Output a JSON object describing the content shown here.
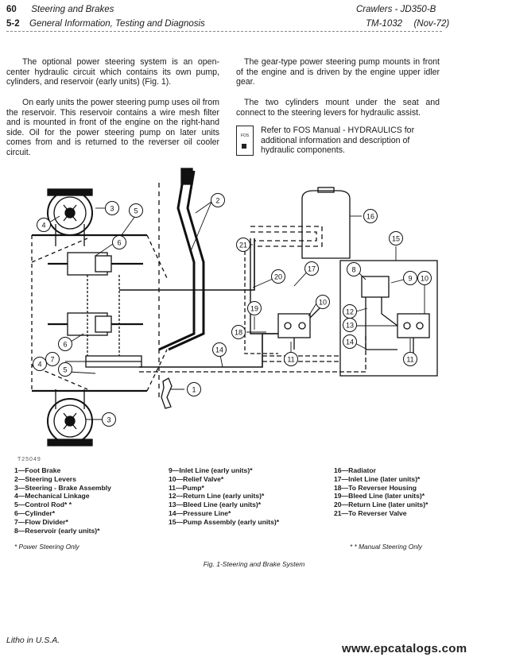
{
  "header": {
    "page_number": "60",
    "section": "Steering and Brakes",
    "product": "Crawlers - JD350-B",
    "section_number": "5-2",
    "section_title": "General Information, Testing and Diagnosis",
    "manual_code": "TM-1032",
    "date": "(Nov-72)"
  },
  "body": {
    "para_1": "The optional power steering system is an open-center hydraulic circuit which contains its own pump, cylinders, and reservoir (early units) (Fig. 1).",
    "para_2": "On early units the power steering pump uses oil from the reservoir. This reservoir contains a wire mesh filter and is mounted in front of the engine on the right-hand side. Oil for the power steering pump on later units comes from and is returned to the reverser oil cooler circuit.",
    "para_3": "The gear-type power steering pump mounts in front of the engine and is driven by the engine upper idler gear.",
    "para_4": "The two cylinders mount under the seat and connect to the steering levers for hydraulic assist.",
    "fos_label": "FOS",
    "fos_note": "Refer to FOS Manual - HYDRAULICS for additional information and description of hydraulic components."
  },
  "figure": {
    "figure_id": "T25049",
    "callouts": [
      "1",
      "2",
      "3",
      "3",
      "4",
      "4",
      "5",
      "5",
      "6",
      "6",
      "7",
      "8",
      "9",
      "10",
      "10",
      "11",
      "11",
      "12",
      "13",
      "14",
      "14",
      "15",
      "16",
      "17",
      "18",
      "19",
      "20",
      "21"
    ]
  },
  "legend": {
    "col1": [
      "1—Foot Brake",
      "2—Steering Levers",
      "3—Steering - Brake Assembly",
      "4—Mechanical Linkage",
      "5—Control Rod* *",
      "6—Cylinder*",
      "7—Flow Divider*",
      "8—Reservoir (early units)*"
    ],
    "col2": [
      "9—Inlet Line (early units)*",
      "10—Relief Valve*",
      "11—Pump*",
      "12—Return Line (early units)*",
      "13—Bleed Line (early units)*",
      "14—Pressure Line*",
      "15—Pump Assembly (early units)*"
    ],
    "col3": [
      "16—Radiator",
      "17—Inlet Line (later units)*",
      "18—To Reverser Housing",
      "19—Bleed Line (later units)*",
      "20—Return Line (later units)*",
      "21—To Reverser Valve"
    ]
  },
  "notes": {
    "power_steering": "* Power Steering Only",
    "manual_steering": "* * Manual Steering Only"
  },
  "caption": "Fig. 1-Steering and Brake System",
  "footer": {
    "litho": "Litho in U.S.A.",
    "watermark": "www.epcatalogs.com"
  }
}
